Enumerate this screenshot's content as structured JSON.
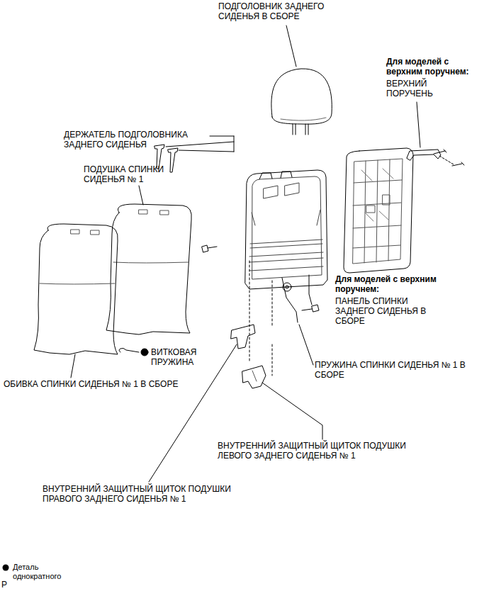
{
  "diagram": {
    "labels": [
      "ПОДГОЛОВНИК ЗАДНЕГО СИДЕНЬЯ В СБОРЕ",
      "Для моделей с верхним поручнем:",
      "ВЕРХНИЙ ПОРУЧЕНЬ",
      "ДЕРЖАТЕЛЬ ПОДГОЛОВНИКА ЗАДНЕГО СИДЕНЬЯ",
      "ПОДУШКА СПИНКИ СИДЕНЬЯ № 1",
      "Для моделей с верхним поручнем:",
      "ПАНЕЛЬ СПИНКИ ЗАДНЕГО СИДЕНЬЯ В СБОРЕ",
      "ВИТКОВАЯ ПРУЖИНА",
      "ОБИВКА СПИНКИ СИДЕНЬЯ № 1 В СБОРЕ",
      "ПРУЖИНА СПИНКИ СИДЕНЬЯ № 1 В СБОРЕ",
      "ВНУТРЕННИЙ ЗАЩИТНЫЙ ЩИТОК ПОДУШКИ ЛЕВОГО ЗАДНЕГО СИДЕНЬЯ № 1",
      "ВНУТРЕННИЙ ЗАЩИТНЫЙ ЩИТОК ПОДУШКИ ПРАВОГО ЗАДНЕГО СИДЕНЬЯ № 1",
      "P"
    ],
    "legend": [
      {
        "text": "Деталь однократного"
      }
    ]
  }
}
